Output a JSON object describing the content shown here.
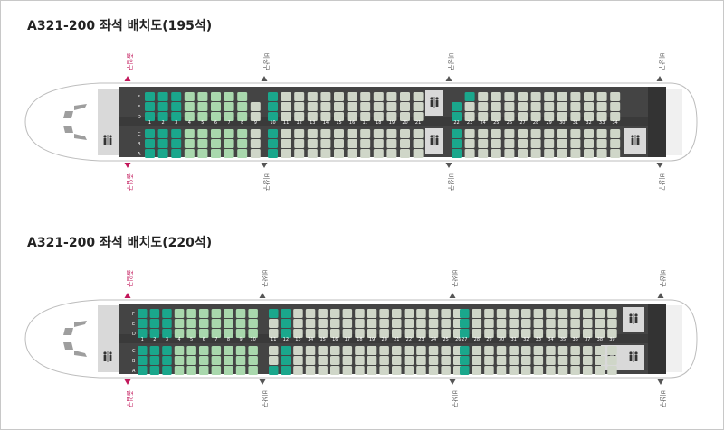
{
  "colors": {
    "premium": "#1aa78c",
    "light_green": "#a9d8ad",
    "standard": "#cfd6c8",
    "cabin": "#444444",
    "galley": "#d9d9d9",
    "fuselage_stroke": "#bdbdbd",
    "front_exit": "#c2185b",
    "emergency_exit": "#555555"
  },
  "labels": {
    "front_door": "출입구",
    "emergency": "비상구",
    "letters_top": [
      "D",
      "E",
      "F"
    ],
    "letters_bottom": [
      "A",
      "B",
      "C"
    ]
  },
  "icons": [
    "lavatory-icon",
    "exit-arrow-icon",
    "cockpit-window-icon"
  ],
  "maps": [
    {
      "title": "A321-200 좌석 배치도(195석)",
      "row_numbers": [
        "1",
        "2",
        "3",
        "4",
        "5",
        "6",
        "7",
        "8",
        "9",
        "10",
        "11",
        "12",
        "13",
        "14",
        "15",
        "16",
        "17",
        "18",
        "19",
        "20",
        "21",
        "22",
        "23",
        "24",
        "25",
        "26",
        "27",
        "28",
        "29",
        "30",
        "31",
        "32",
        "33",
        "34"
      ],
      "top_exits": [
        "출입구",
        "비상구",
        "비상구",
        "비상구"
      ],
      "bottom_exits": [
        "출입구",
        "비상구",
        "비상구",
        "비상구"
      ]
    },
    {
      "title": "A321-200 좌석 배치도(220석)",
      "row_numbers": [
        "1",
        "2",
        "3",
        "4",
        "5",
        "6",
        "7",
        "8",
        "9",
        "10",
        "11",
        "12",
        "13",
        "14",
        "15",
        "16",
        "17",
        "18",
        "19",
        "20",
        "21",
        "22",
        "23",
        "24",
        "25",
        "26",
        "27",
        "28",
        "29",
        "30",
        "31",
        "32",
        "33",
        "34",
        "35",
        "36",
        "37",
        "38",
        "39"
      ],
      "top_exits": [
        "출입구",
        "비상구",
        "비상구",
        "비상구"
      ],
      "bottom_exits": [
        "출입구",
        "비상구",
        "비상구",
        "비상구"
      ]
    }
  ]
}
